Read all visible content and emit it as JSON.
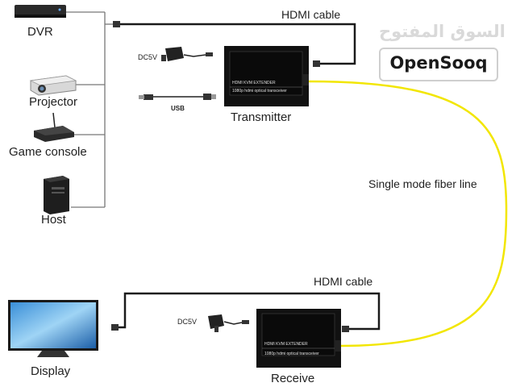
{
  "labels": {
    "dvr": "DVR",
    "projector": "Projector",
    "game_console": "Game console",
    "host": "Host",
    "display": "Display",
    "transmitter": "Transmitter",
    "receive": "Receive",
    "hdmi_cable_top": "HDMI cable",
    "hdmi_cable_bottom": "HDMI cable",
    "fiber": "Single mode fiber line",
    "dc5v_top": "DC5V",
    "dc5v_bottom": "DC5V",
    "usb": "USB"
  },
  "device_text": {
    "tx_model": "HDMI KVM EXTENDER",
    "tx_desc": "1080p hdmi optical transceiver",
    "rx_model": "HDMI KVM EXTENDER",
    "rx_desc": "1080p hdmi optical transceiver"
  },
  "watermark": {
    "arabic": "السوق المفتوح",
    "brand": "OpenSooq"
  },
  "colors": {
    "fiber": "#f2e600",
    "cable": "#1a1a1a",
    "device_body": "#111111"
  }
}
